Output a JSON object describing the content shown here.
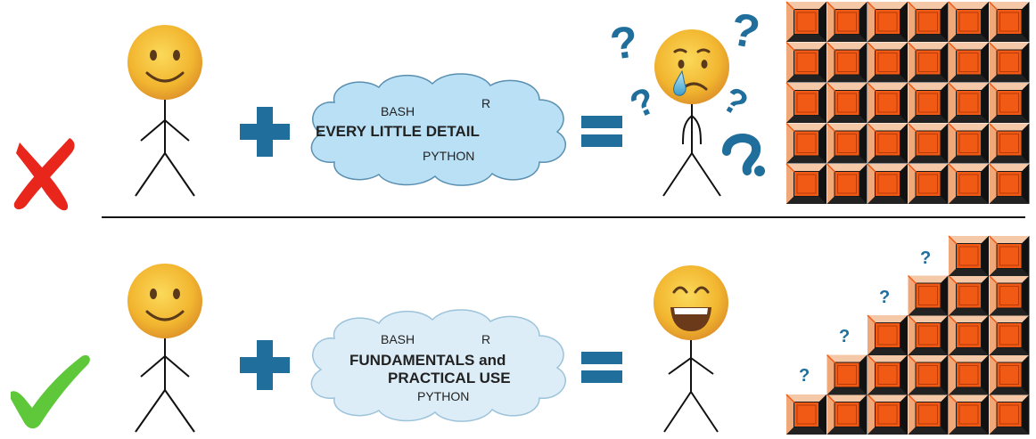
{
  "top_row": {
    "verdict": "wrong",
    "cloud": {
      "word_1": "BASH",
      "word_2": "R",
      "main_1": "EVERY LITTLE DETAIL",
      "word_3": "PYTHON"
    },
    "result_face": "crying-face",
    "question_marks": [
      "?",
      "?",
      "?",
      "?"
    ]
  },
  "bottom_row": {
    "verdict": "right",
    "cloud": {
      "word_1": "BASH",
      "word_2": "R",
      "main_1": "FUNDAMENTALS and",
      "main_2": "PRACTICAL USE",
      "word_3": "PYTHON"
    },
    "result_face": "grinning-face",
    "question_marks": [
      "?",
      "?",
      "?",
      "?"
    ]
  },
  "symbols": {
    "plus": "plus-icon",
    "equals": "equals-icon",
    "cross": "red-cross-icon",
    "check": "green-check-icon"
  },
  "colors": {
    "cross": "#e8261c",
    "check": "#5ec83a",
    "operator": "#1f6e9c",
    "question": "#1f6e9c",
    "cloud_top": "#b9e0f5",
    "cloud_bottom": "#dcedf7",
    "tile_orange": "#f05a14",
    "tile_peach": "#f5c9a8",
    "face": "#f2b630"
  }
}
